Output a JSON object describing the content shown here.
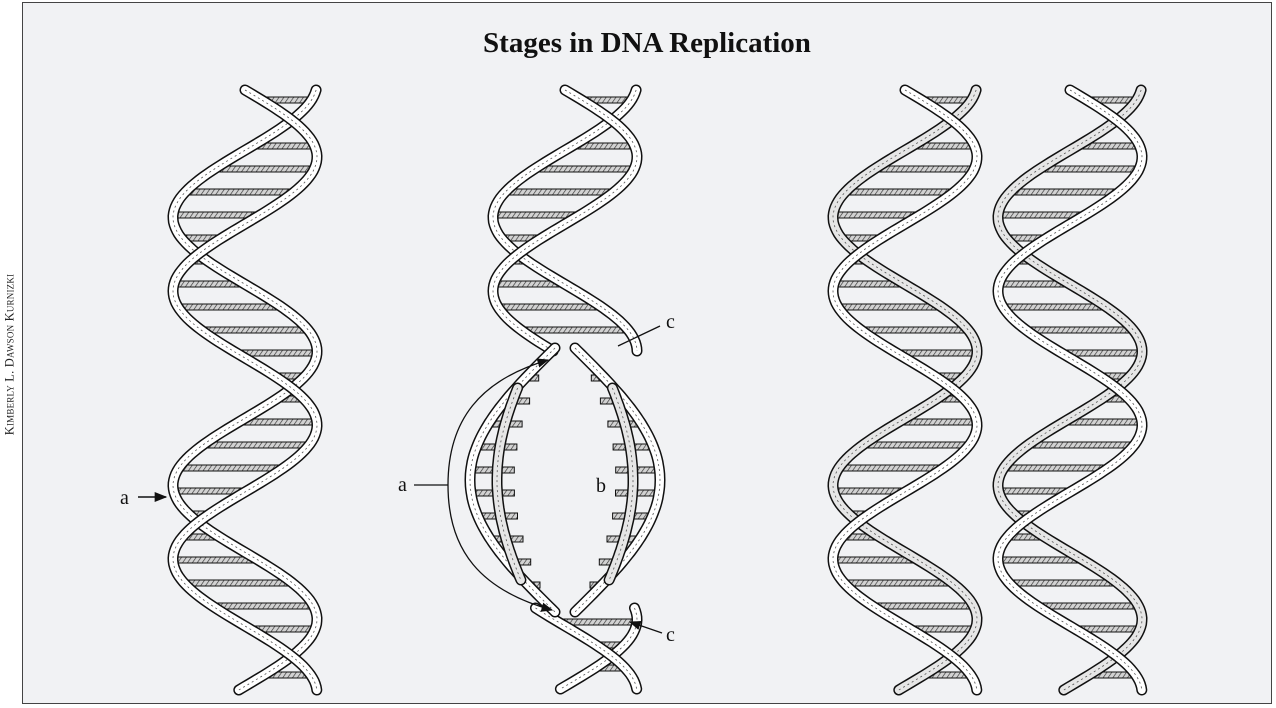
{
  "title": "Stages in DNA Replication",
  "credit": "Kimberly L. Dawson Kurnizki",
  "labels": {
    "a_left": "a",
    "a_middle": "a",
    "b": "b",
    "c_top": "c",
    "c_bottom": "c"
  },
  "colors": {
    "background": "#f1f2f4",
    "ink": "#111111",
    "strand_fill": "#ffffff",
    "rung_fill": "#bdbdbd"
  }
}
